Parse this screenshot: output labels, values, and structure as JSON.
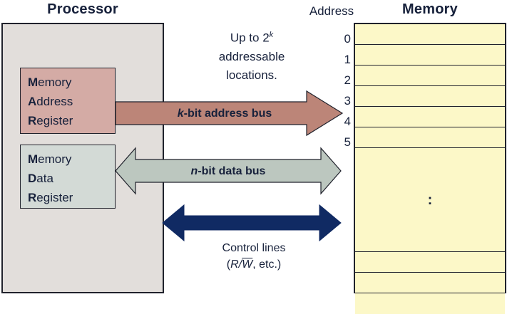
{
  "figure": {
    "processor_title": "Processor",
    "memory_title": "Memory",
    "address_column_title": "Address"
  },
  "processor": {
    "mar": {
      "name": "Memory Address Register",
      "lines": [
        {
          "cap": "M",
          "rest": "emory"
        },
        {
          "cap": "A",
          "rest": "ddress"
        },
        {
          "cap": "R",
          "rest": "egister"
        }
      ]
    },
    "mdr": {
      "name": "Memory Data Register",
      "lines": [
        {
          "cap": "M",
          "rest": "emory"
        },
        {
          "cap": "D",
          "rest": "ata"
        },
        {
          "cap": "R",
          "rest": "egister"
        }
      ]
    }
  },
  "note": {
    "line1_prefix": "Up to 2",
    "line1_exponent": "k",
    "line2": "addressable",
    "line3": "locations."
  },
  "buses": {
    "address": {
      "label_italic": "k",
      "label_rest": "-bit address bus",
      "direction": "right",
      "color": "#bc8578"
    },
    "data": {
      "label_italic": "n",
      "label_rest": "-bit data bus",
      "direction": "both",
      "color": "#bcc7bf"
    },
    "control": {
      "caption_line1": "Control lines",
      "caption_open": "(",
      "caption_r": "R",
      "caption_slash": "/",
      "caption_w": "W",
      "caption_tail": ", etc.)",
      "direction": "both",
      "color": "#102a63"
    }
  },
  "memory": {
    "address_labels": [
      "0",
      "1",
      "2",
      "3",
      "4",
      "5"
    ],
    "ellipsis_glyph": ":",
    "top_rows": 6,
    "bottom_rows": 3,
    "cell_color": "#fcf8c8"
  },
  "colors": {
    "processor_fill": "#e2dedb",
    "mar_fill": "#d4aba5",
    "mdr_fill": "#d3dad6",
    "memory_fill": "#fcf8c8",
    "address_bus": "#bc8578",
    "data_bus": "#bcc7bf",
    "control_bus": "#102a63",
    "outline": "#20222c",
    "text": "#17213b"
  }
}
